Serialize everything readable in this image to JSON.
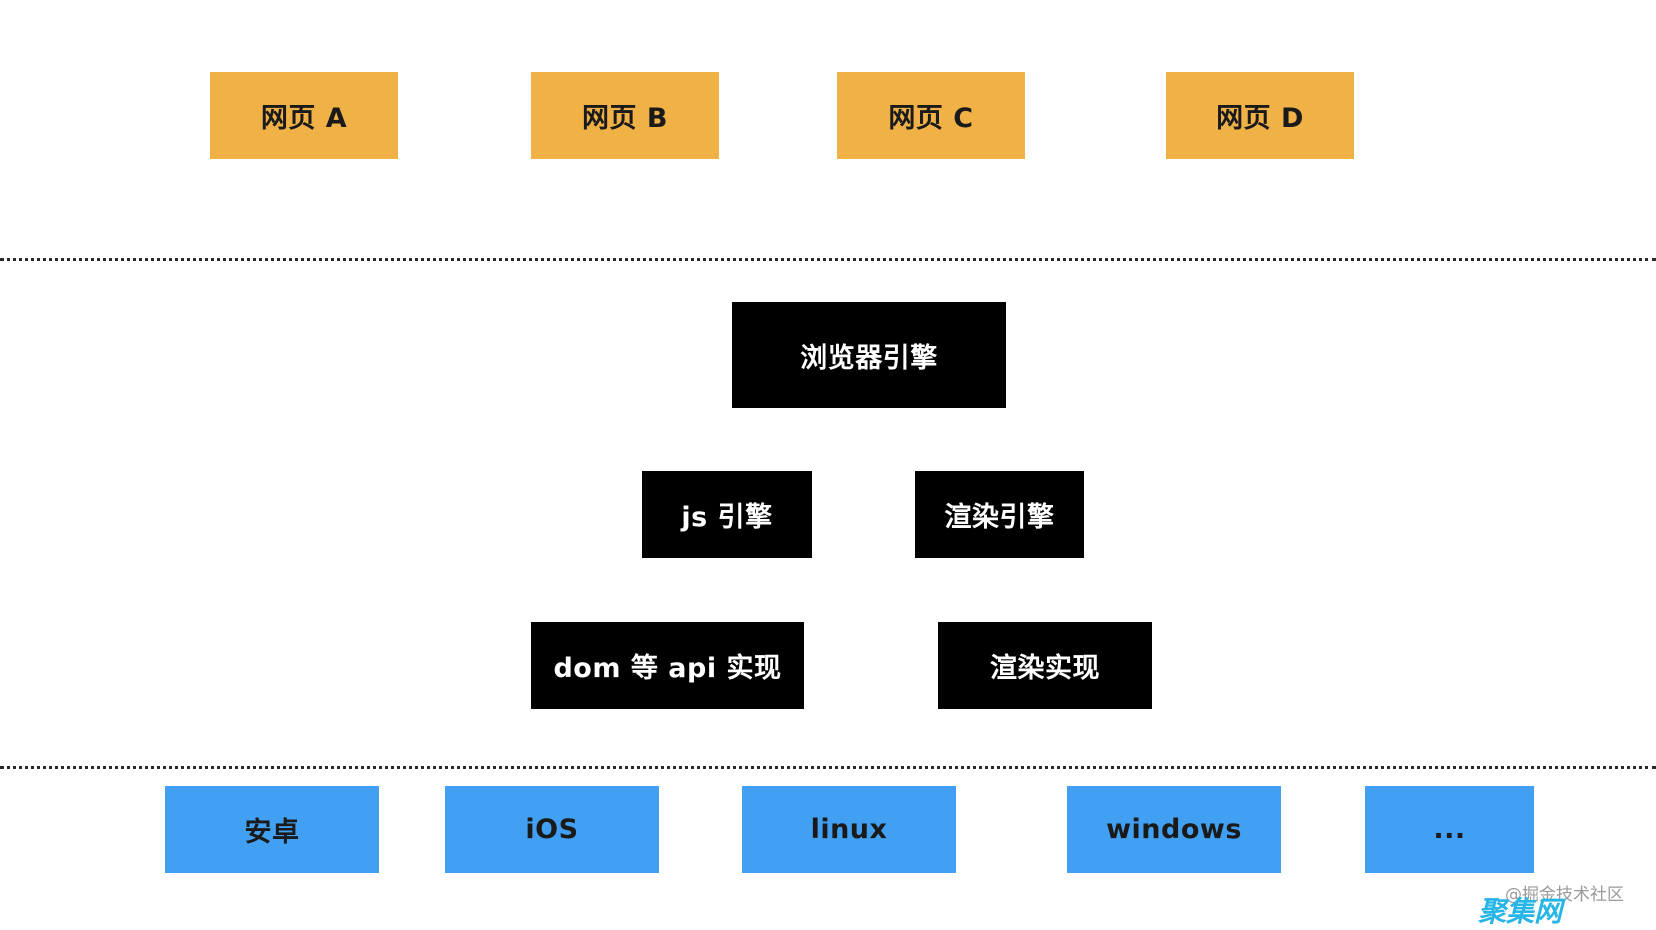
{
  "web_pages": [
    {
      "label": "网页 A"
    },
    {
      "label": "网页 B"
    },
    {
      "label": "网页 C"
    },
    {
      "label": "网页 D"
    }
  ],
  "engine": {
    "browser_engine": "浏览器引擎",
    "js_engine": "js 引擎",
    "render_engine": "渲染引擎",
    "dom_api": "dom 等 api 实现",
    "render_impl": "渲染实现"
  },
  "platforms": [
    {
      "label": "安卓"
    },
    {
      "label": "iOS"
    },
    {
      "label": "linux"
    },
    {
      "label": "windows"
    },
    {
      "label": "..."
    }
  ],
  "watermark": {
    "community": "@掘金技术社区",
    "logo": "聚集网"
  },
  "colors": {
    "web_page_fill": "#f0b247",
    "engine_fill": "#000000",
    "platform_fill": "#42a0f2"
  }
}
